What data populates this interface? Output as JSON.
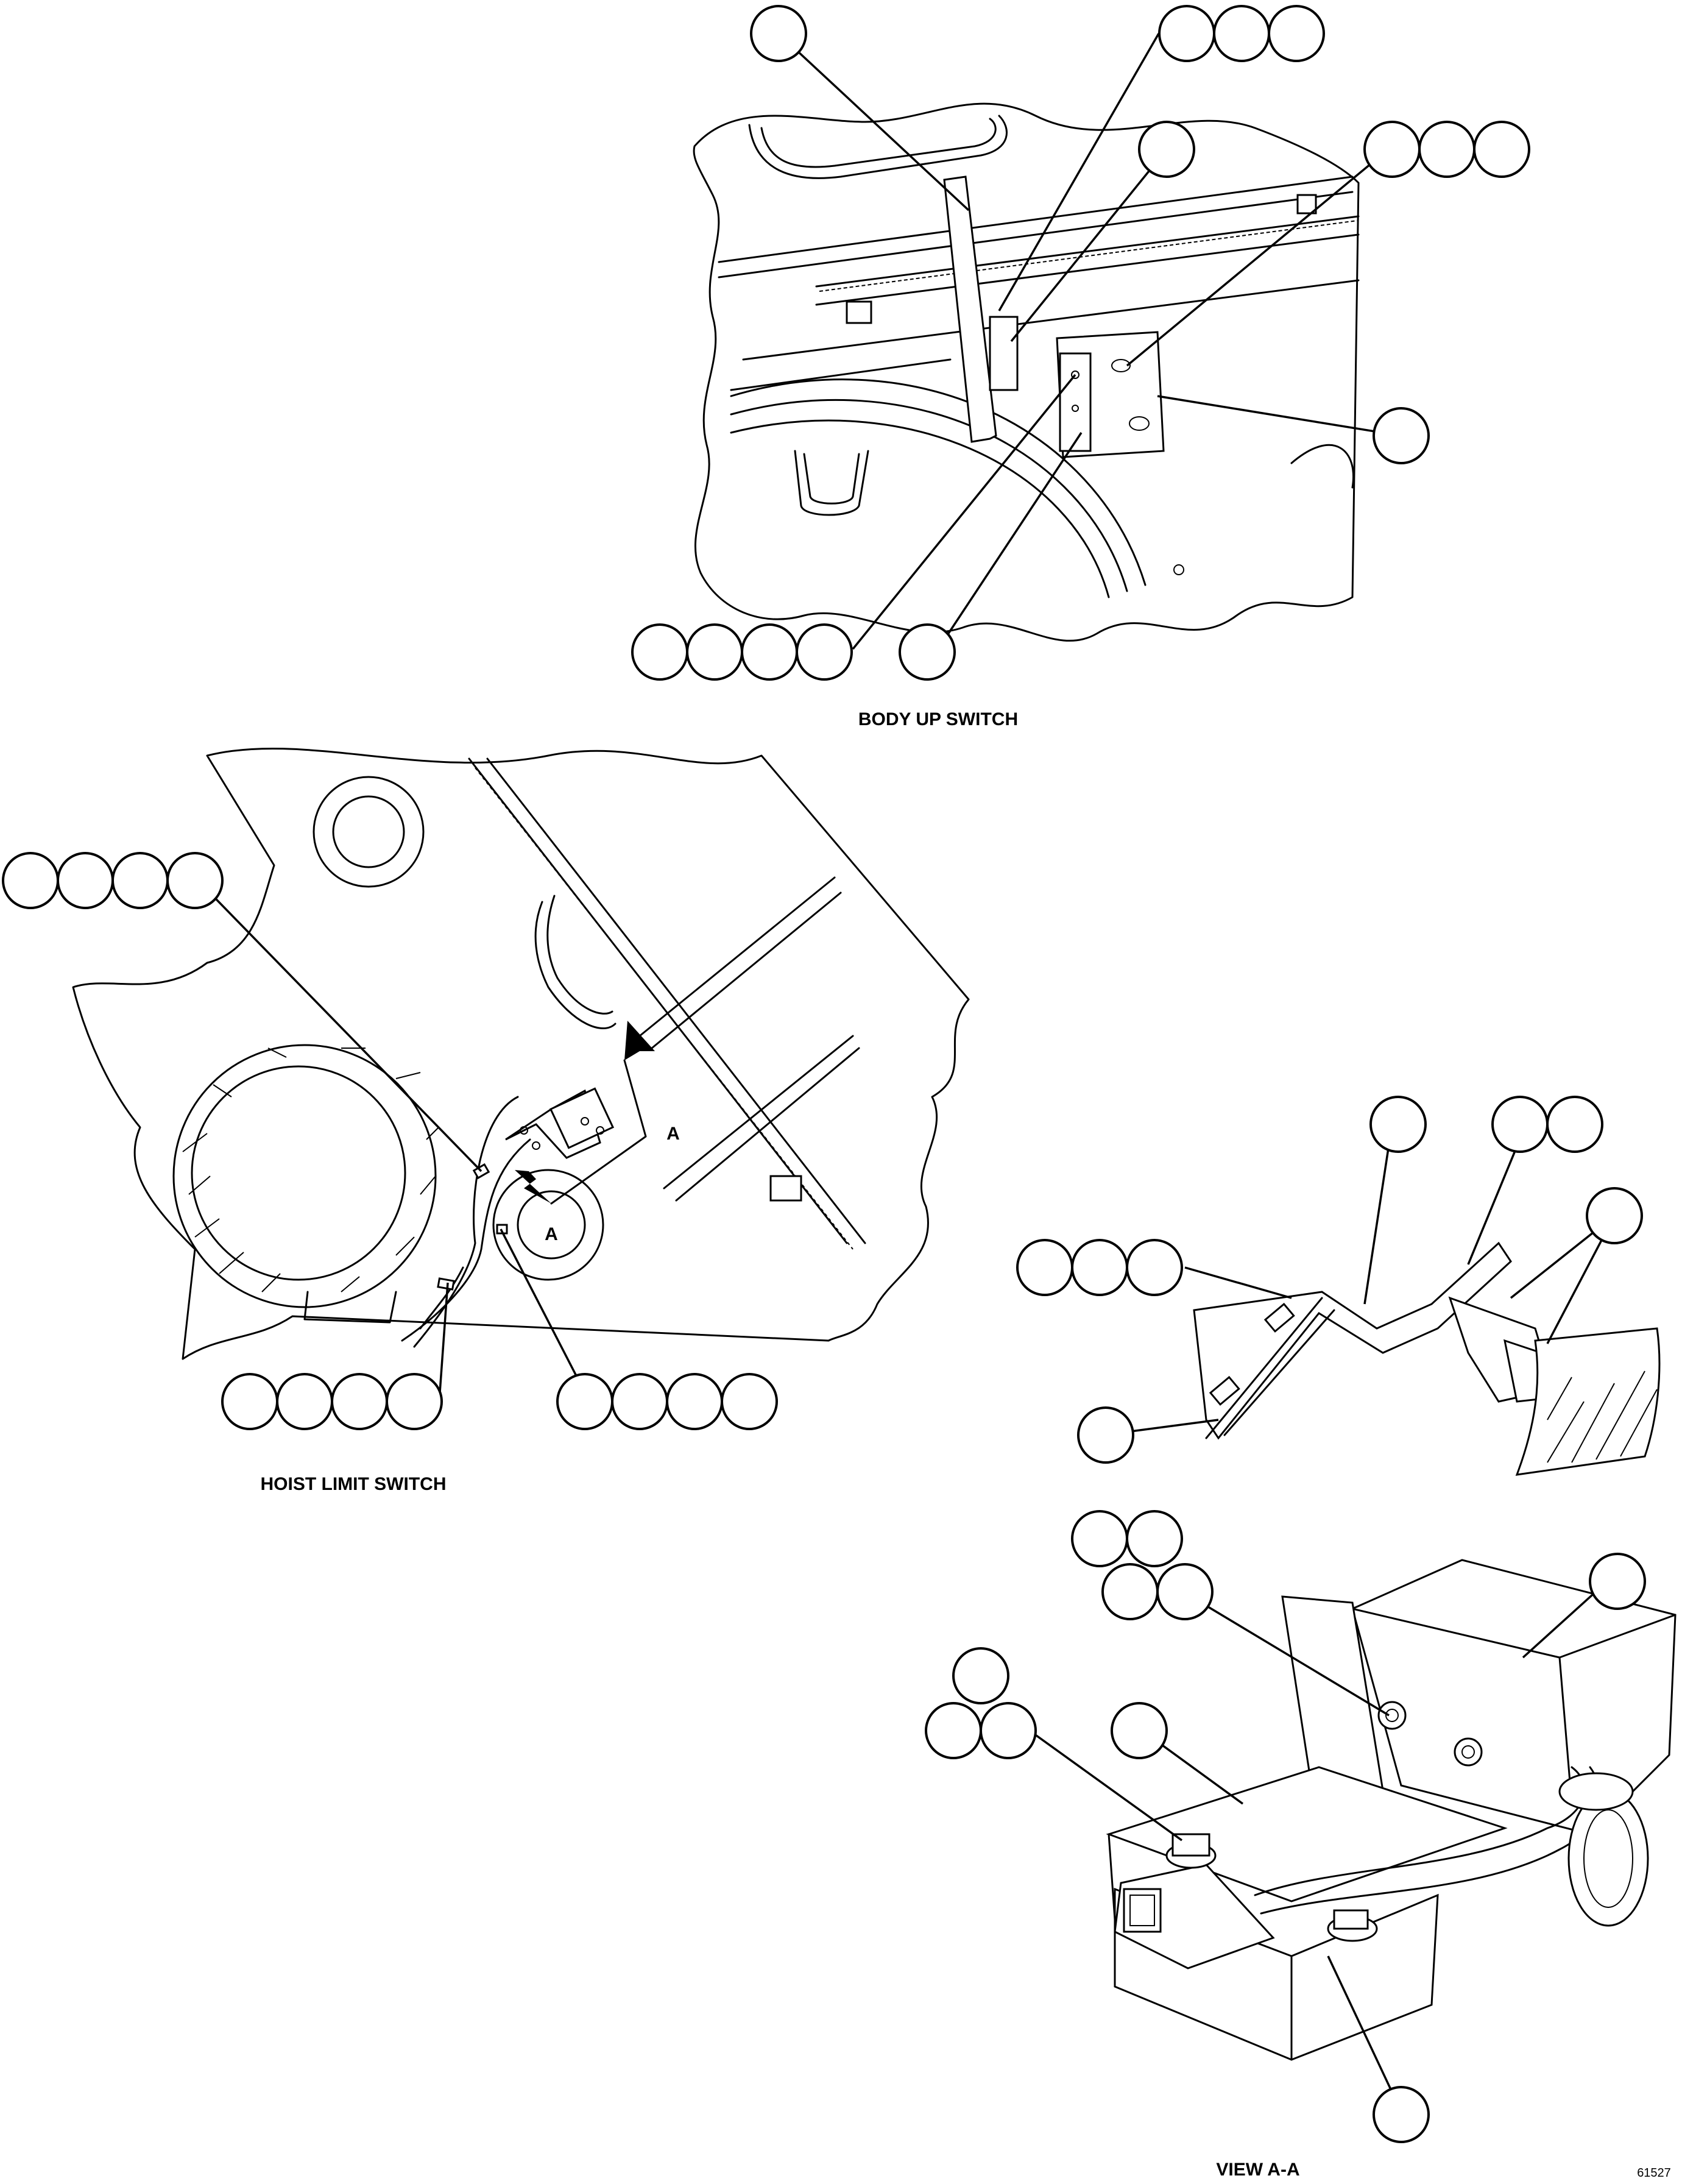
{
  "drawing_id": "61527",
  "views": {
    "body_up": {
      "caption": "BODY UP SWITCH"
    },
    "hoist_limit": {
      "caption": "HOIST LIMIT SWITCH",
      "section_letter_1": "A",
      "section_letter_2": "A"
    },
    "view_aa": {
      "caption": "VIEW A-A"
    }
  }
}
